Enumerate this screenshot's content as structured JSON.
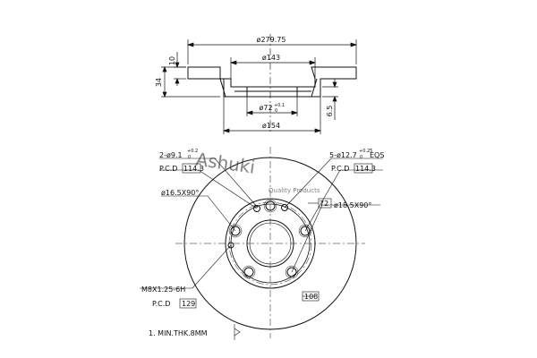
{
  "section_view": {
    "dim_outer_dia": "ø279.75",
    "dim_hat_dia": "ø143",
    "dim_bore_dia": "ø72",
    "dim_bore_tol": "+0.1",
    "dim_bore_tol_low": "0",
    "dim_hub_dia": "ø154",
    "dim_disc_thickness": "10",
    "dim_total_height": "34",
    "dim_hub_thickness": "6.5"
  },
  "plan_view": {
    "note_pilot_holes": "2-ø9.1",
    "note_pilot_tol_up": "+0.2",
    "note_pilot_tol_low": "0",
    "note_pcd_label": "P.C.D",
    "note_pcd_pilot": "114.3",
    "note_stud_holes": "5-ø12.7",
    "note_stud_tol_up": "+0.25",
    "note_stud_tol_low": "0",
    "note_stud_suffix": "EQS",
    "note_pcd_stud": "114.3",
    "note_chamfer_small": "ø16.5X90°",
    "note_chamfer_large": "ø18.5X90°",
    "note_angle": "72",
    "note_thread": "M8X1.25-6H",
    "note_pcd_thread": "129",
    "note_angle2": "108",
    "note_min_thickness": "1. MIN.THK.8MM"
  },
  "watermark": {
    "brand": "Ashuki",
    "tagline": "Quality Products"
  },
  "colors": {
    "line": "#111111",
    "watermark": "#b8b8b8"
  }
}
